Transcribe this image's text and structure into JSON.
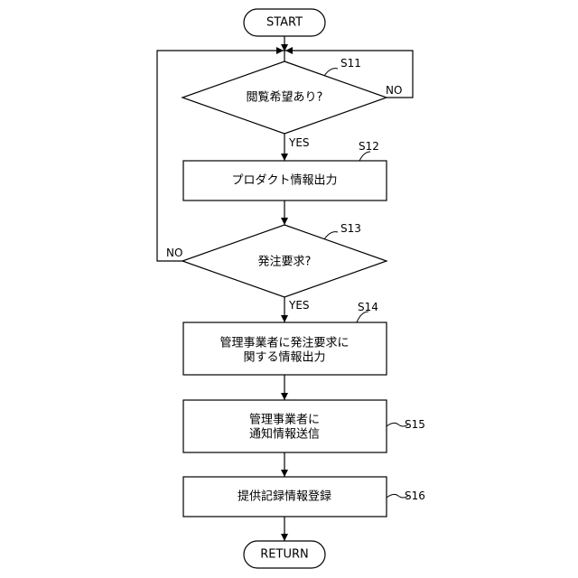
{
  "flowchart": {
    "start": {
      "label": "START"
    },
    "end": {
      "label": "RETURN"
    },
    "steps": [
      {
        "id": "S11",
        "kind": "decision",
        "lines": [
          "閲覧希望あり?"
        ],
        "yes_label": "YES",
        "no_label": "NO"
      },
      {
        "id": "S12",
        "kind": "process",
        "lines": [
          "プロダクト情報出力"
        ]
      },
      {
        "id": "S13",
        "kind": "decision",
        "lines": [
          "発注要求?"
        ],
        "yes_label": "YES",
        "no_label": "NO"
      },
      {
        "id": "S14",
        "kind": "process",
        "lines": [
          "管理事業者に発注要求に",
          "関する情報出力"
        ]
      },
      {
        "id": "S15",
        "kind": "process",
        "lines": [
          "管理事業者に",
          "通知情報送信"
        ]
      },
      {
        "id": "S16",
        "kind": "process",
        "lines": [
          "提供記録情報登録"
        ]
      }
    ]
  }
}
